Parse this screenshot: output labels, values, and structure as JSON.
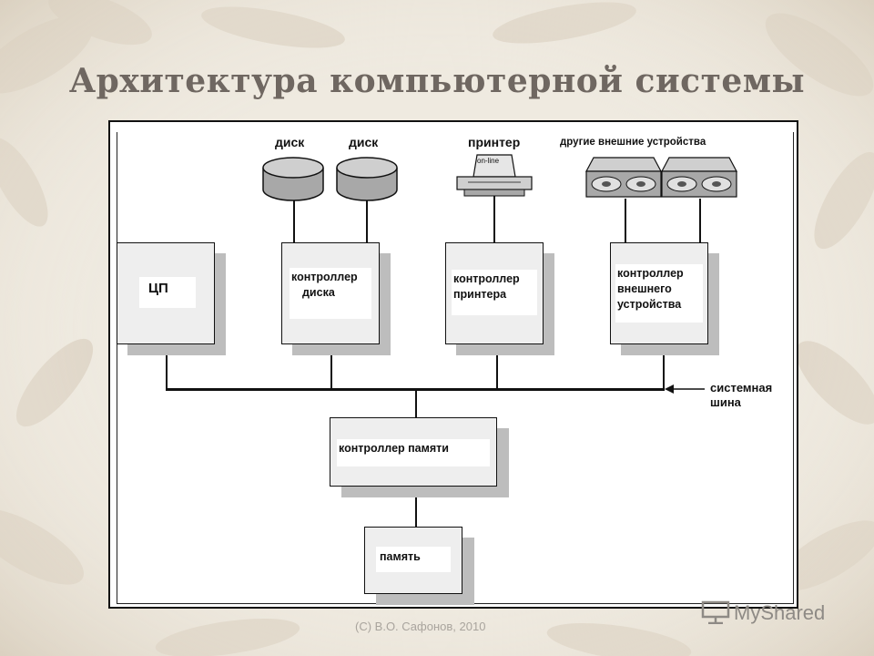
{
  "slide": {
    "title": "Архитектура компьютерной системы",
    "footer": "(С) В.О. Сафонов, 2010",
    "watermark": "MyShared"
  },
  "devices": {
    "disk1": "диск",
    "disk2": "диск",
    "printer": "принтер",
    "printer_panel": "on-line",
    "other": "другие внешние устройства"
  },
  "blocks": {
    "cpu": "ЦП",
    "disk_ctrl_1": "контроллер",
    "disk_ctrl_2": "диска",
    "printer_ctrl_1": "контроллер",
    "printer_ctrl_2": "принтера",
    "ext_ctrl_1": "контроллер",
    "ext_ctrl_2": "внешнего",
    "ext_ctrl_3": "устройства",
    "mem_ctrl": "контроллер памяти",
    "memory": "память"
  },
  "bus": {
    "line1": "системная",
    "line2": "шина"
  },
  "colors": {
    "background": "#efeae0",
    "title": "#6f6761",
    "block_fill": "#eeeeee",
    "block_shadow": "#bdbdbd",
    "device_fill": "#a8a8a8"
  }
}
